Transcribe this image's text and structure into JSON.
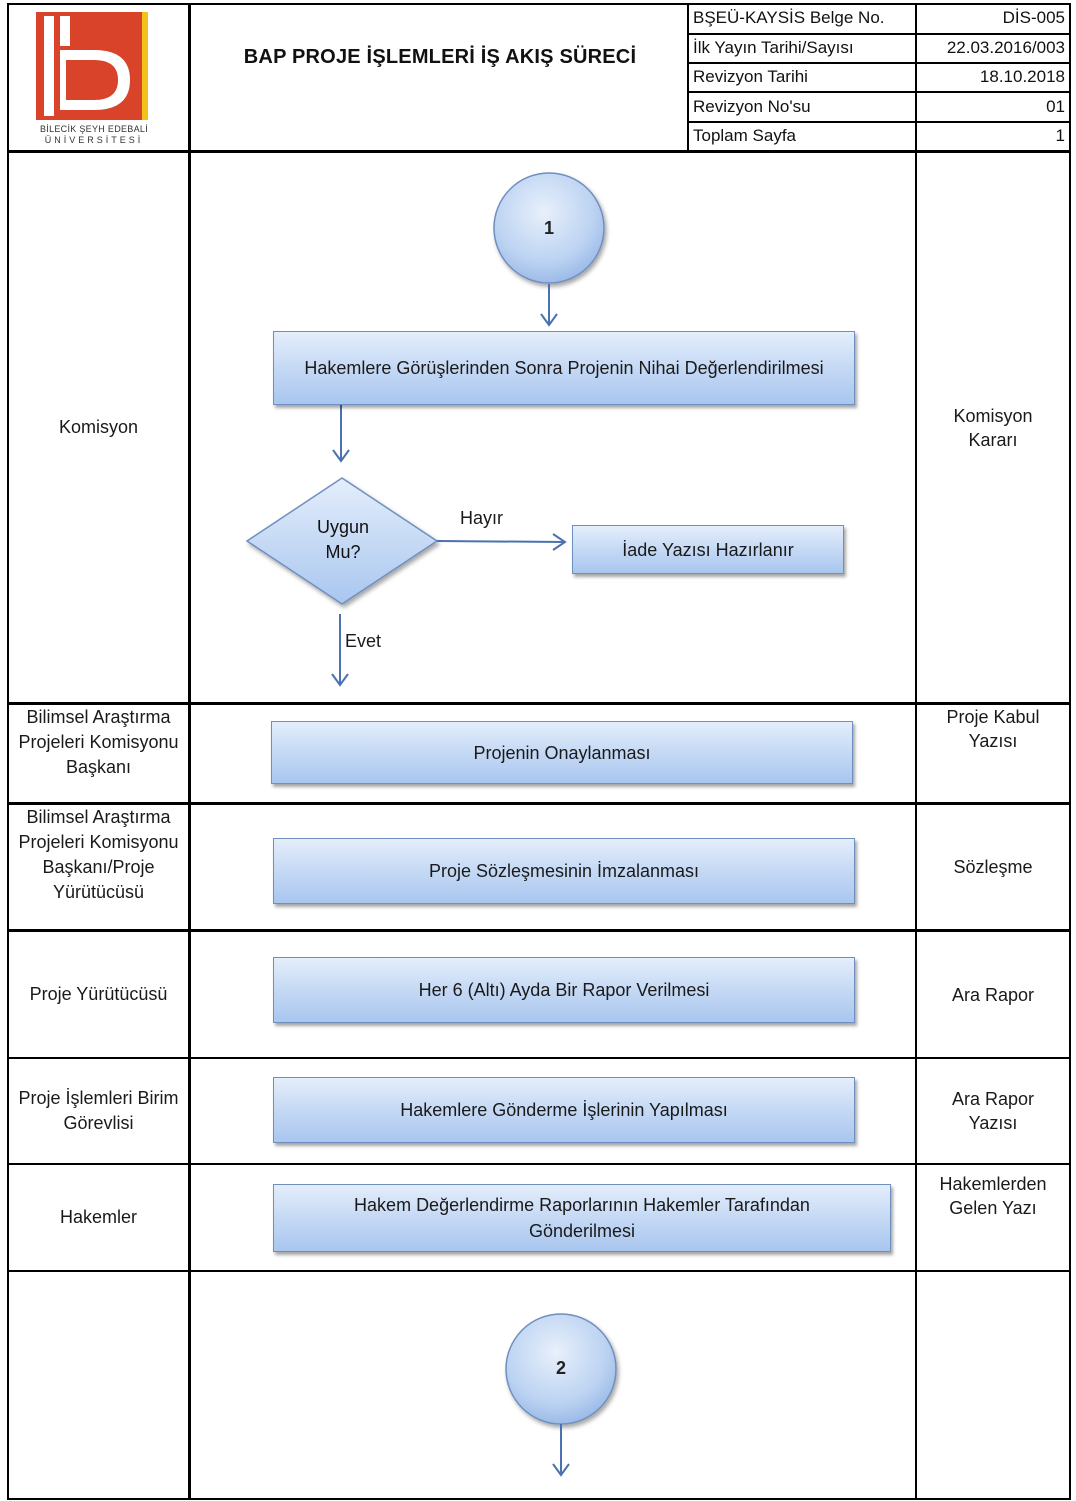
{
  "header": {
    "title": "BAP PROJE İŞLEMLERİ İŞ AKIŞ SÜRECİ",
    "logo_line1": "BİLECİK ŞEYH EDEBALİ",
    "logo_line2": "ÜNİVERSİTESİ",
    "info": [
      {
        "label": "BŞEÜ-KAYSİS Belge No.",
        "value": "DİS-005"
      },
      {
        "label": "İlk Yayın Tarihi/Sayısı",
        "value": "22.03.2016/003"
      },
      {
        "label": "Revizyon Tarihi",
        "value": "18.10.2018"
      },
      {
        "label": "Revizyon No'su",
        "value": "01"
      },
      {
        "label": "Toplam Sayfa",
        "value": "1"
      }
    ]
  },
  "lanes": [
    {
      "actor": "Komisyon",
      "document": "Komisyon Kararı"
    },
    {
      "actor": "Bilimsel Araştırma Projeleri Komisyonu Başkanı",
      "document": "Proje Kabul Yazısı"
    },
    {
      "actor": "Bilimsel Araştırma Projeleri Komisyonu Başkanı/Proje Yürütücüsü",
      "document": "Sözleşme"
    },
    {
      "actor": "Proje Yürütücüsü",
      "document": "Ara Rapor"
    },
    {
      "actor": "Proje İşlemleri Birim Görevlisi",
      "document": "Ara Rapor Yazısı"
    },
    {
      "actor": "Hakemler",
      "document": "Hakemlerden Gelen Yazı"
    },
    {
      "actor": "",
      "document": ""
    }
  ],
  "flow": {
    "connector_start": "1",
    "connector_end": "2",
    "step_evaluation": "Hakemlere Görüşlerinden Sonra Projenin Nihai Değerlendirilmesi",
    "decision": "Uygun Mu?",
    "no_label": "Hayır",
    "yes_label": "Evet",
    "return_letter": "İade Yazısı Hazırlanır",
    "step_approval": "Projenin Onaylanması",
    "step_contract": "Proje Sözleşmesinin İmzalanması",
    "step_report": "Her 6 (Altı) Ayda Bir Rapor Verilmesi",
    "step_send": "Hakemlere Gönderme İşlerinin Yapılması",
    "step_referee": "Hakem Değerlendirme Raporlarının Hakemler Tarafından Gönderilmesi"
  },
  "colors": {
    "logo_red": "#d8432a",
    "logo_yellow": "#f2c21b",
    "box_fill": "#c2d7f4",
    "box_border": "#6f8fbf",
    "line": "#4a72b0"
  }
}
